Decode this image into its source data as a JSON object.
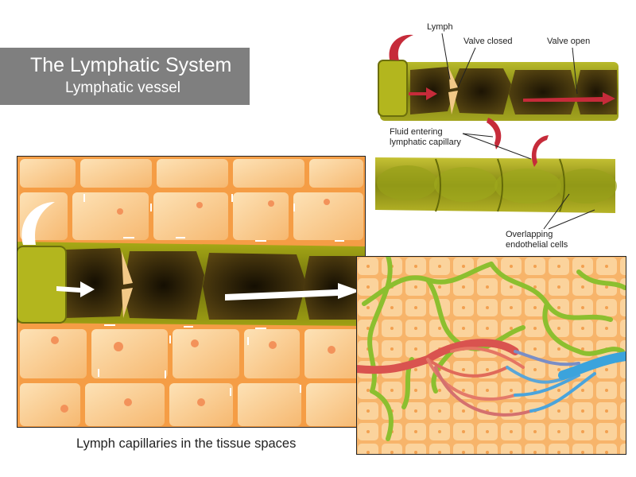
{
  "title": "The Lymphatic System",
  "subtitle": "Lymphatic vessel",
  "labels": {
    "lymph": "Lymph",
    "valve_closed": "Valve closed",
    "valve_open": "Valve open",
    "fluid_entering_line1": "Fluid entering",
    "fluid_entering_line2": "lymphatic capillary",
    "overlapping_line1": "Overlapping",
    "overlapping_line2": "endothelial cells"
  },
  "caption": "Lymph capillaries in the tissue spaces",
  "colors": {
    "vessel_wall": "#8c8f12",
    "vessel_lumen": "#2c2208",
    "tissue": "#f8b467",
    "arrow_red": "#c62b3a",
    "artery": "#d9534f",
    "vein": "#3ba3dc",
    "lymph_green": "#8cbf2f"
  }
}
